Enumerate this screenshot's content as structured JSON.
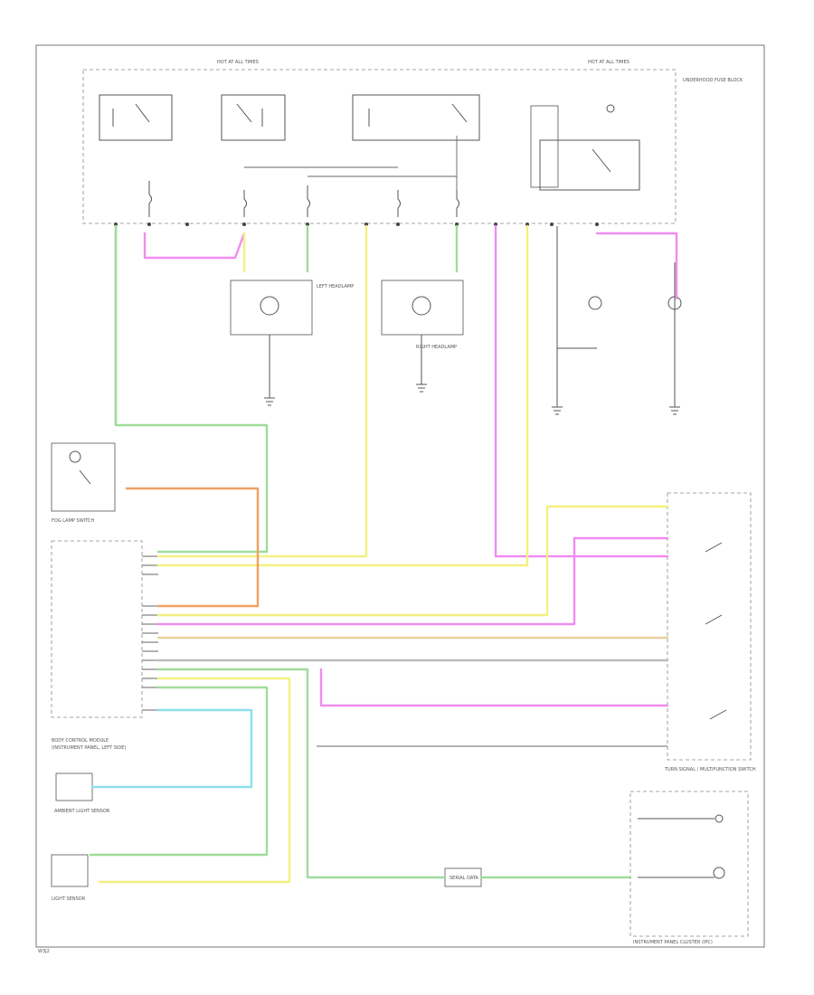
{
  "colors": {
    "green": "#9fdc9a",
    "pink": "#f08cf0",
    "orange": "#f0a060",
    "yellow": "#f4f080",
    "tan": "#e8d0a0",
    "cyan": "#8ce0ec",
    "gray": "#bbbbbb",
    "line": "#666666"
  },
  "icons": [
    "switch-icon",
    "lamp-icon",
    "ground-icon",
    "relay-coil-icon",
    "connector-icon",
    "sensor-icon"
  ],
  "labels": {
    "fuse_block_left": "HOT AT ALL TIMES",
    "fuse_block_right": "HOT AT ALL TIMES",
    "underhood_box": "UNDERHOOD FUSE BLOCK",
    "fog_lamp_switch": "FOG LAMP SWITCH",
    "left_headlamp": "LEFT HEADLAMP",
    "right_headlamp": "RIGHT HEADLAMP",
    "bcm": "BODY CONTROL MODULE",
    "bcm_sub": "(INSTRUMENT PANEL, LEFT SIDE)",
    "sensor_module": "AMBIENT LIGHT SENSOR",
    "light_sensor": "LIGHT SENSOR",
    "ipc": "INSTRUMENT PANEL CLUSTER (IPC)",
    "multifunction": "TURN SIGNAL / MULTIFUNCTION SWITCH",
    "data_link": "SERIAL DATA",
    "corner": "W3J2"
  }
}
